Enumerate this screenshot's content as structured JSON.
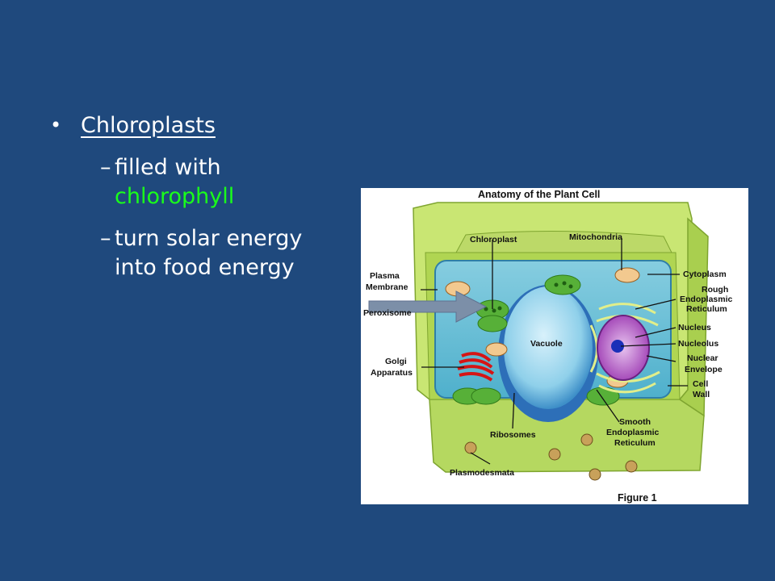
{
  "bullets": {
    "main": "Chloroplasts",
    "sub1_line1": "filled with",
    "sub1_line2": "chlorophyll",
    "sub2_line1": "turn solar energy",
    "sub2_line2": "into food energy",
    "dash": "–",
    "dot": "•"
  },
  "figure": {
    "title": "Anatomy of the Plant Cell",
    "caption": "Figure 1",
    "labels": {
      "chloroplast": "Chloroplast",
      "mitochondria": "Mitochondria",
      "plasma1": "Plasma",
      "plasma2": "Membrane",
      "peroxisome": "Peroxisome",
      "golgi1": "Golgi",
      "golgi2": "Apparatus",
      "vacuole": "Vacuole",
      "cytoplasm": "Cytoplasm",
      "rough1": "Rough",
      "rough2": "Endoplasmic",
      "rough3": "Reticulum",
      "nucleus": "Nucleus",
      "nucleolus": "Nucleolus",
      "envelope1": "Nuclear",
      "envelope2": "Envelope",
      "wall1": "Cell",
      "wall2": "Wall",
      "ribosomes": "Ribosomes",
      "smooth1": "Smooth",
      "smooth2": "Endoplasmic",
      "smooth3": "Reticulum",
      "plasmodesmata": "Plasmodesmata"
    },
    "colors": {
      "slide_bg": "#1f497d",
      "cell_wall": "#b9dc5a",
      "cytoplasm": "#6fc0d8",
      "chloroplast": "#4fa833",
      "golgi": "#e01a1a",
      "nucleus": "#b24fc2",
      "pointer_arrow": "#7c8fa8",
      "highlight_text": "#1aff1a"
    }
  }
}
